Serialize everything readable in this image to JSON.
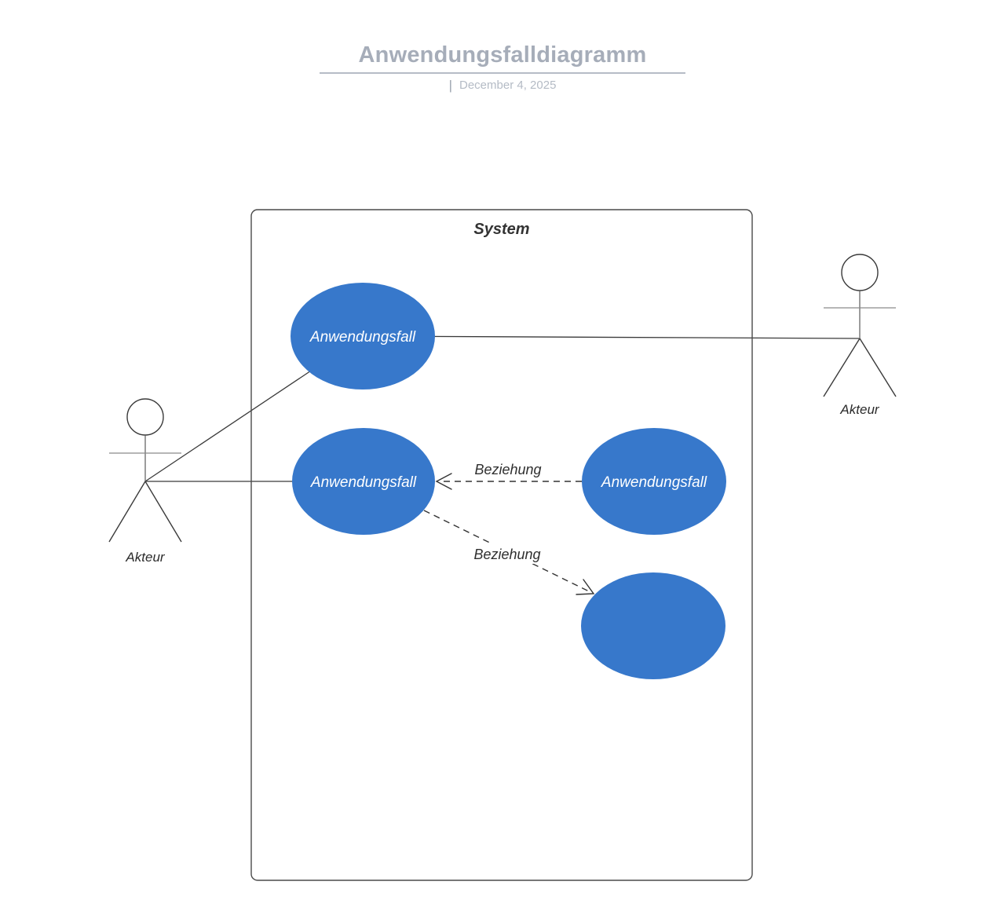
{
  "header": {
    "title": "Anwendungsfalldiagramm",
    "separator": "|",
    "date": "December 4, 2025"
  },
  "colors": {
    "use_case_fill": "#3778CB",
    "use_case_text": "#FFFFFF",
    "title_text": "#A6ADB9",
    "rule": "#B6BCC6",
    "date_text": "#B4BBC5",
    "line": "#3A3A3A",
    "system_box_stroke": "#4A4A4A"
  },
  "diagram": {
    "system_label": "System",
    "use_cases": [
      {
        "label": "Anwendungsfall"
      },
      {
        "label": "Anwendungsfall"
      },
      {
        "label": "Anwendungsfall"
      },
      {
        "label": ""
      }
    ],
    "actors": [
      {
        "label": "Akteur"
      },
      {
        "label": "Akteur"
      }
    ],
    "relationships": [
      {
        "label": "Beziehung"
      },
      {
        "label": "Beziehung"
      }
    ]
  }
}
